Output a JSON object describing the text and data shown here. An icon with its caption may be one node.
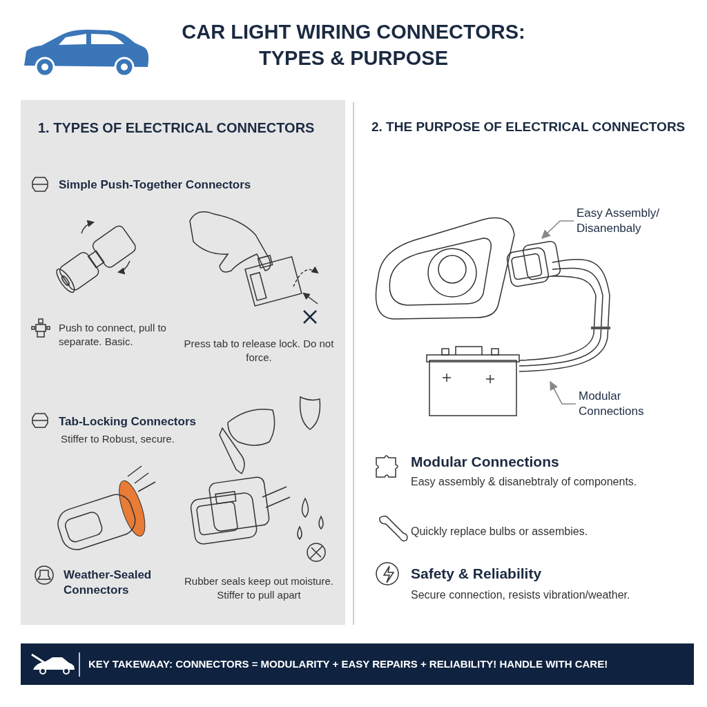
{
  "diagram": {
    "title": "CAR LIGHT WIRING CONNECTORS: TYPES & PURPOSE",
    "nodes": [
      {
        "text": [
          "Easy Assembly/ Disanenbaly"
        ]
      },
      {
        "text": [],
        "shape": "picture"
      },
      {
        "text": [
          "Modular Connections"
        ]
      },
      {
        "text": [],
        "shape": "picture"
      }
    ],
    "edges": [
      {
        "from": 0,
        "to": 1,
        "arrow": "to"
      },
      {
        "from": 2,
        "to": 3,
        "arrow": "to"
      }
    ],
    "labels": [
      "1. TYPES OF ELECTRICAL CONNECTORS",
      "2. THE PURPOSE OF ELECTRICAL CONNECTORS",
      "Simple Push-Together Connectors",
      "Push to connect, pull to separate. Basic.",
      "Press tab to release lock. Do not force.",
      "Tab-Locking Connectors",
      "Stiffer to Robust, secure.",
      "Weather-Sealed Connectors",
      "Rubber seals keep out moisture. Stiffer to pull apart",
      "Modular Connections",
      "Easy assembly & disanebtraly of components.",
      "Quickly replace bulbs or assembies.",
      "Safety & Reliability",
      "Secure connection, resists vibration/weather.",
      "KEY TAKEWAAY: CONNECTORS = MODULARITY + EASY REPAIRS + RELIABILITY! HANDLE WITH CARE!"
    ]
  }
}
